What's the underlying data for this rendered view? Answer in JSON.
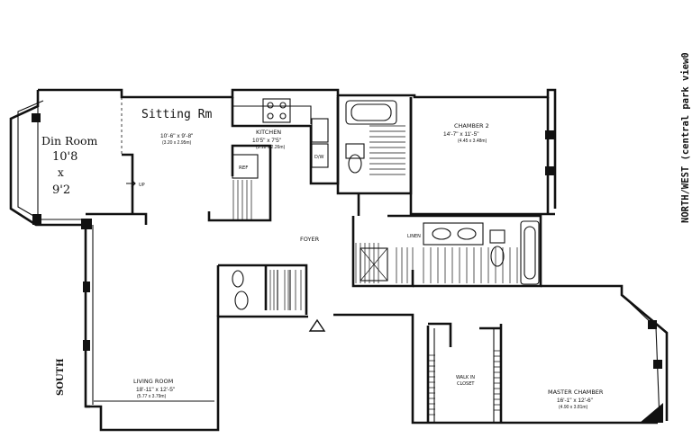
{
  "rooms": {
    "sitting": {
      "label": "Sitting Rm",
      "dims": "10'-6\" x 9'-8\"",
      "metric": "(3.20 x 2.95m)"
    },
    "dining": {
      "line1": "Din Room",
      "line2": "10'8",
      "line3": "x",
      "line4": "9'2"
    },
    "kitchen": {
      "label": "KITCHEN",
      "dims": "10'5\" x 7'5\"",
      "metric": "(3.18 x 2.26m)"
    },
    "chamber2": {
      "label": "CHAMBER 2",
      "dims": "14'-7\" x 11'-5\"",
      "metric": "(4.45 x 3.48m)"
    },
    "foyer": {
      "label": "FOYER"
    },
    "living": {
      "label": "LIVING ROOM",
      "dims": "18'-11\" x 12'-5\"",
      "metric": "(5.77 x 3.79m)"
    },
    "master": {
      "label": "MASTER CHAMBER",
      "dims": "16'-1\" x 12'-6\"",
      "metric": "(4.90 x 3.81m)"
    },
    "closet": {
      "line1": "WALK IN",
      "line2": "CLOSET"
    }
  },
  "fixtures": {
    "ref": "REF",
    "dw": "D/W",
    "linen": "LINEN",
    "up": "UP"
  },
  "orientation": {
    "south": "SOUTH",
    "northwest": "NORTH/WEST (central park view0"
  }
}
